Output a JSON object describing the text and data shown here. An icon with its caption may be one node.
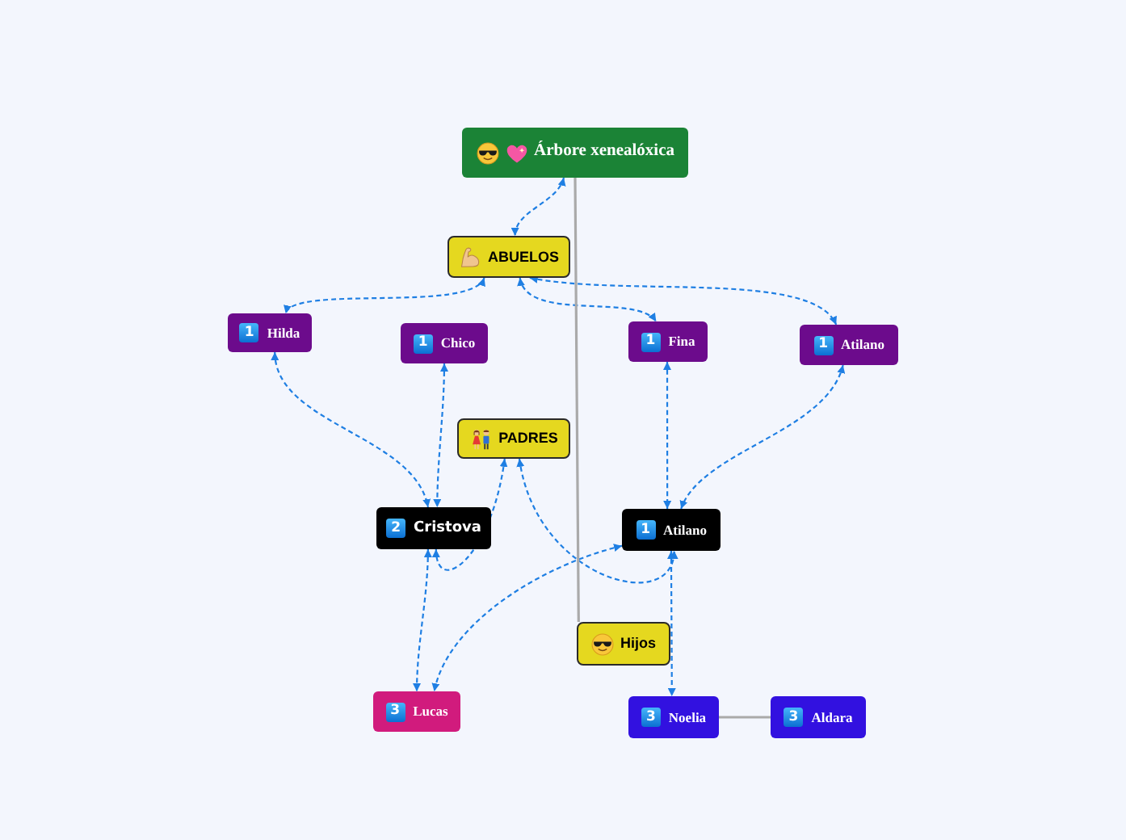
{
  "diagram": {
    "nodes": [
      {
        "text": [
          "Árbore xenealóxica"
        ]
      },
      {
        "text": [
          "ABUELOS"
        ]
      },
      {
        "text": [
          "1",
          "Hilda"
        ]
      },
      {
        "text": [
          "1",
          "Chico"
        ]
      },
      {
        "text": [
          "1",
          "Fina"
        ]
      },
      {
        "text": [
          "1",
          "Atilano"
        ]
      },
      {
        "text": [
          "PADRES"
        ]
      },
      {
        "text": [
          "2",
          "Cristova"
        ]
      },
      {
        "text": [
          "1",
          "Atilano"
        ]
      },
      {
        "text": [
          "Hijos"
        ]
      },
      {
        "text": [
          "3",
          "Lucas"
        ]
      },
      {
        "text": [
          "3",
          "Noelia"
        ]
      },
      {
        "text": [
          "3",
          "Aldara"
        ]
      }
    ],
    "edges": [
      {
        "from": 0,
        "to": 1,
        "arrow": "both",
        "style": "dashed"
      },
      {
        "from": 1,
        "to": 2,
        "arrow": "both",
        "style": "dashed"
      },
      {
        "from": 1,
        "to": 4,
        "arrow": "both",
        "style": "dashed"
      },
      {
        "from": 1,
        "to": 5,
        "arrow": "both",
        "style": "dashed"
      },
      {
        "from": 2,
        "to": 7,
        "arrow": "both",
        "style": "dashed"
      },
      {
        "from": 3,
        "to": 7,
        "arrow": "both",
        "style": "dashed"
      },
      {
        "from": 6,
        "to": 7,
        "arrow": "both",
        "style": "dashed"
      },
      {
        "from": 6,
        "to": 8,
        "arrow": "both",
        "style": "dashed"
      },
      {
        "from": 4,
        "to": 8,
        "arrow": "both",
        "style": "dashed"
      },
      {
        "from": 5,
        "to": 8,
        "arrow": "both",
        "style": "dashed"
      },
      {
        "from": 7,
        "to": 10,
        "arrow": "both",
        "style": "dashed"
      },
      {
        "from": 8,
        "to": 10,
        "arrow": "both",
        "style": "dashed"
      },
      {
        "from": 8,
        "to": 11,
        "arrow": "both",
        "style": "dashed"
      },
      {
        "from": 0,
        "to": 9,
        "arrow": "none",
        "color": "#aaaaaa"
      },
      {
        "from": 11,
        "to": 12,
        "arrow": "none",
        "color": "#aaaaaa"
      }
    ]
  }
}
